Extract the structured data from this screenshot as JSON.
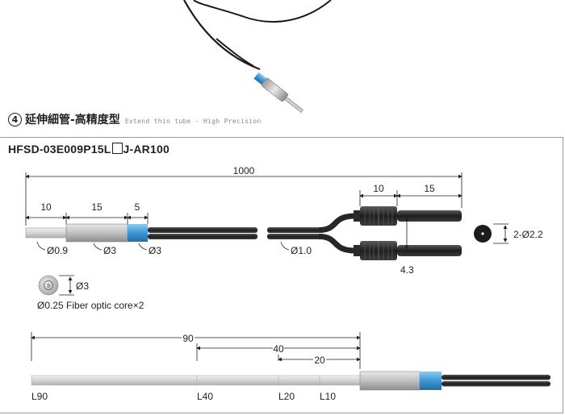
{
  "header": {
    "number": "4",
    "title": "延伸細管-高精度型",
    "subtitle": "Extend thin tube - High Precision"
  },
  "model": {
    "code_prefix": "HFSD-03E009P15L",
    "code_suffix": "J-AR100"
  },
  "dimensions": {
    "total_length": "1000",
    "seg1": "10",
    "seg2": "15",
    "seg3": "5",
    "split_a": "10",
    "split_b": "15",
    "d_thin": "Ø0.9",
    "d_sleeve": "Ø3",
    "d_band": "Ø3",
    "d_cable": "Ø1.0",
    "d_sleeve_end": "Ø3",
    "spacing": "4.3",
    "end_dia": "2-Ø2.2",
    "fiber_note": "Ø0.25 Fiber optic core×2"
  },
  "variants": {
    "dims": [
      "90",
      "40",
      "20"
    ],
    "labels": [
      "L90",
      "L40",
      "L20",
      "L10"
    ]
  },
  "colors": {
    "accent_blue": "#4a9fd8",
    "cable": "#2b2b2b",
    "sleeve": "#bdbdbd"
  }
}
